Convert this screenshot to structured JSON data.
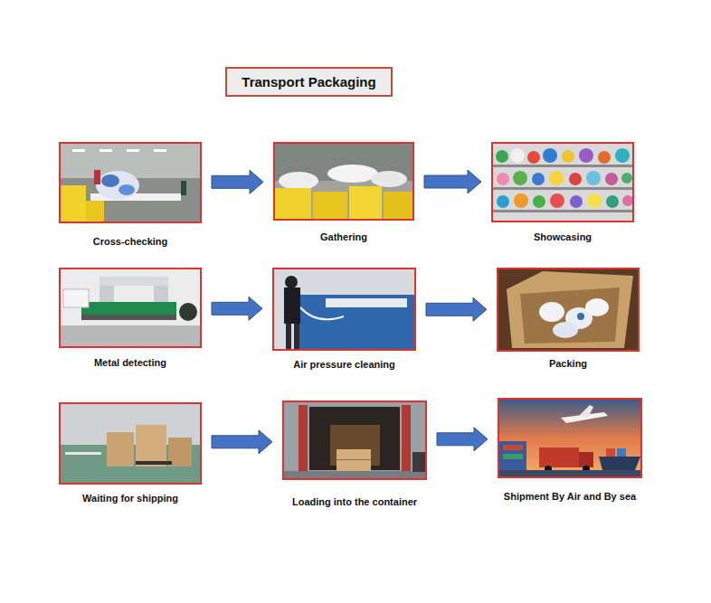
{
  "diagram": {
    "title": "Transport Packaging",
    "nodes": [
      {
        "text": [
          "Cross-checking"
        ]
      },
      {
        "text": [
          "Gathering"
        ]
      },
      {
        "text": [
          "Showcasing"
        ]
      },
      {
        "text": [
          "Metal detecting"
        ]
      },
      {
        "text": [
          "Air pressure cleaning"
        ]
      },
      {
        "text": [
          "Packing"
        ]
      },
      {
        "text": [
          "Waiting for shipping"
        ]
      },
      {
        "text": [
          "Loading into the container"
        ]
      },
      {
        "text": [
          "Shipment By Air and By sea"
        ]
      }
    ],
    "edges": [
      {
        "from": 0,
        "to": 1,
        "arrow": "to"
      },
      {
        "from": 1,
        "to": 2,
        "arrow": "to"
      },
      {
        "from": 3,
        "to": 4,
        "arrow": "to"
      },
      {
        "from": 4,
        "to": 5,
        "arrow": "to"
      },
      {
        "from": 6,
        "to": 7,
        "arrow": "to"
      },
      {
        "from": 7,
        "to": 8,
        "arrow": "to"
      }
    ]
  }
}
